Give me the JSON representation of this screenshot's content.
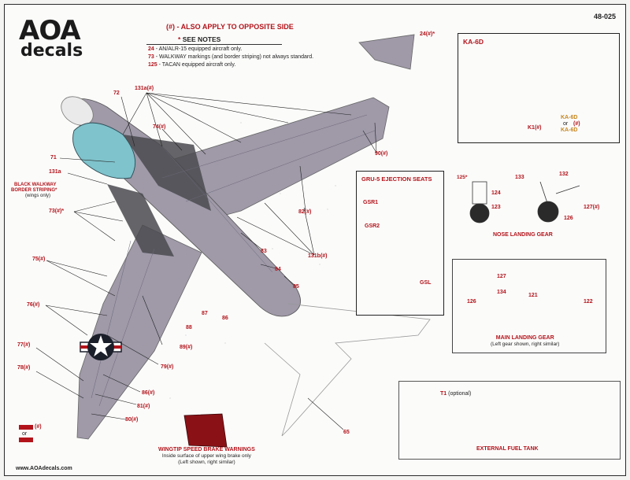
{
  "header": {
    "logo_top": "AOA",
    "logo_bottom": "decals",
    "sheet_number": "48-025",
    "opposite_note": "(#) - ALSO APPLY TO OPPOSITE SIDE",
    "see_notes_mark": "*",
    "see_notes_label": "SEE NOTES"
  },
  "notes": [
    {
      "num": "24",
      "text": " - AN/ALR-15 equipped aircraft only."
    },
    {
      "num": "73",
      "text": " - WALKWAY markings (and border striping) not always standard."
    },
    {
      "num": "125",
      "text": " - TACAN equipped aircraft only."
    }
  ],
  "main_labels": {
    "l24": "24(#)*",
    "l131a_top": "131a(#)",
    "l72": "72",
    "l74": "74(#)",
    "l71": "71",
    "l131a": "131a",
    "walkway_1": "BLACK WALKWAY",
    "walkway_2": "BORDER STRIPING*",
    "walkway_3": "(wings only)",
    "l73": "73(#)*",
    "l90": "90(#)",
    "l82": "82(#)",
    "l83": "83",
    "l84": "84",
    "l85": "85",
    "l131b": "131b(#)",
    "l75": "75(#)",
    "l76": "76(#)",
    "l77": "77(#)",
    "l78": "78(#)",
    "l88": "88",
    "l87": "87",
    "l86": "86",
    "l89": "89(#)",
    "l79": "79(#)",
    "l86b": "86(#)",
    "l81": "81(#)",
    "l80": "80(#)",
    "l65": "65",
    "l_hash_bottom": "(#)",
    "l_or": "or"
  },
  "ka6d": {
    "title": "KA-6D",
    "k1": "K1(#)",
    "ka6d_a": "KA-6D",
    "or": "or",
    "hash": "(#)",
    "ka6d_b": "KA-6D"
  },
  "seats": {
    "title": "GRU-5 EJECTION SEATS",
    "gsr1": "GSR1",
    "gsr2": "GSR2",
    "gsl": "GSL"
  },
  "nose_gear": {
    "caption": "NOSE LANDING GEAR",
    "l125": "125*",
    "l124": "124",
    "l123": "123",
    "l133": "133",
    "l132": "132",
    "l126": "126",
    "l127": "127(#)"
  },
  "main_gear": {
    "caption": "MAIN LANDING GEAR",
    "sub": "(Left gear shown, right similar)",
    "l126": "126",
    "l127": "127",
    "l134": "134",
    "l121": "121",
    "l122": "122"
  },
  "wingtip": {
    "caption": "WINGTIP SPEED BRAKE WARNINGS",
    "sub1": "Inside surface of upper wing brake only",
    "sub2": "(Left shown, right similar)"
  },
  "fuel_tank": {
    "caption": "EXTERNAL FUEL TANK",
    "t1": "T1",
    "t1_note": " (optional)"
  },
  "footer": {
    "url": "www.AOAdecals.com"
  },
  "colors": {
    "aircraft_gray": "#9f99a8",
    "walkway_dark": "#4a4a4f",
    "canopy": "#7fc3cc",
    "marking_red": "#b3141b",
    "insignia_blue": "#1b1f2a"
  }
}
